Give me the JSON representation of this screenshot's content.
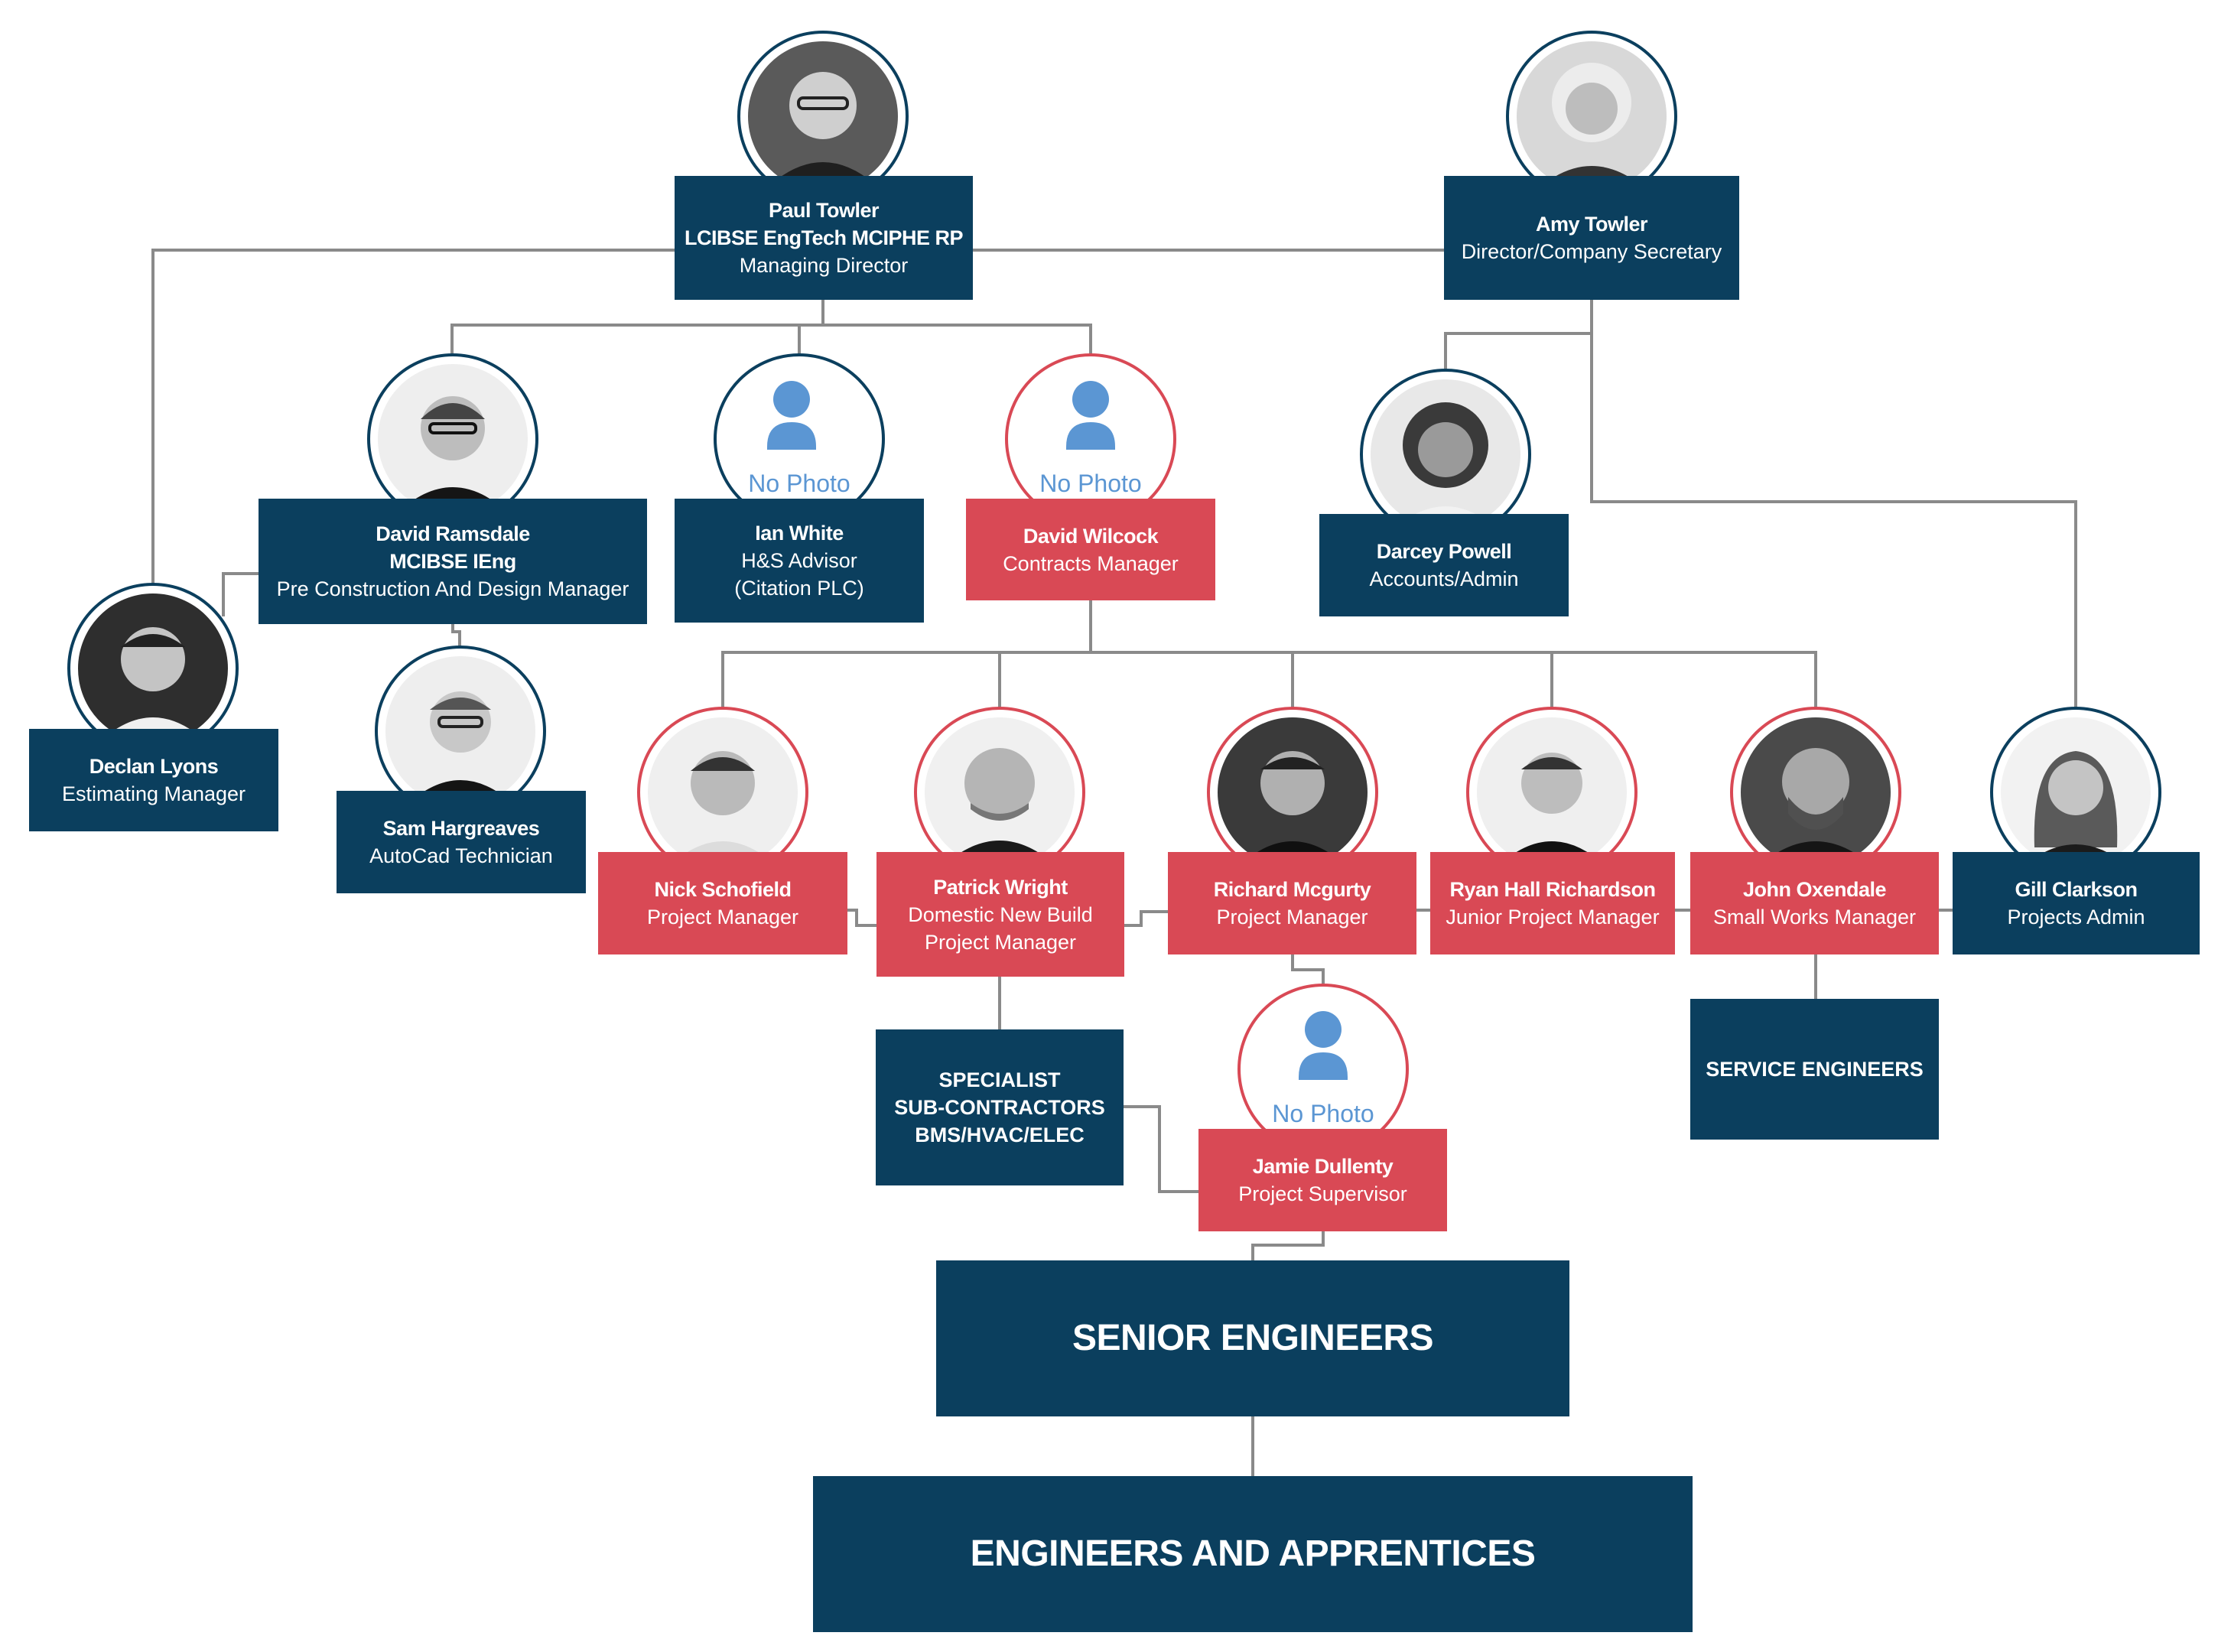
{
  "people": {
    "paul": {
      "name": "Paul Towler",
      "creds": "LCIBSE EngTech  MCIPHE RP",
      "role": "Managing Director"
    },
    "amy": {
      "name": "Amy Towler",
      "role": "Director/Company Secretary"
    },
    "david_r": {
      "name": "David Ramsdale",
      "creds": "MCIBSE IEng",
      "role": "Pre Construction And Design Manager"
    },
    "ian": {
      "name": "Ian White",
      "role": "H&S Advisor",
      "org": "(Citation PLC)"
    },
    "david_w": {
      "name": "David Wilcock",
      "role": "Contracts Manager"
    },
    "darcey": {
      "name": "Darcey Powell",
      "role": "Accounts/Admin"
    },
    "declan": {
      "name": "Declan Lyons",
      "role": "Estimating Manager"
    },
    "sam": {
      "name": "Sam Hargreaves",
      "role": "AutoCad Technician"
    },
    "nick": {
      "name": "Nick Schofield",
      "role": "Project Manager"
    },
    "patrick": {
      "name": "Patrick Wright",
      "role": "Domestic New Build",
      "role2": "Project Manager"
    },
    "richard": {
      "name": "Richard Mcgurty",
      "role": "Project Manager"
    },
    "ryan": {
      "name": "Ryan Hall Richardson",
      "role": "Junior Project Manager"
    },
    "john": {
      "name": "John Oxendale",
      "role": "Small Works Manager"
    },
    "gill": {
      "name": "Gill Clarkson",
      "role": "Projects Admin"
    },
    "jamie": {
      "name": "Jamie Dullenty",
      "role": "Project Supervisor"
    }
  },
  "groups": {
    "specialist": {
      "line1": "SPECIALIST",
      "line2": "SUB-CONTRACTORS",
      "line3": "BMS/HVAC/ELEC"
    },
    "service": "SERVICE ENGINEERS",
    "senior": "SENIOR ENGINEERS",
    "engineers": "ENGINEERS AND APPRENTICES"
  },
  "no_photo_label": "No Photo",
  "colors": {
    "navy": "#0b3f5e",
    "red": "#d94955",
    "connector": "#7a7a7a",
    "placeholder": "#5b96d3"
  }
}
